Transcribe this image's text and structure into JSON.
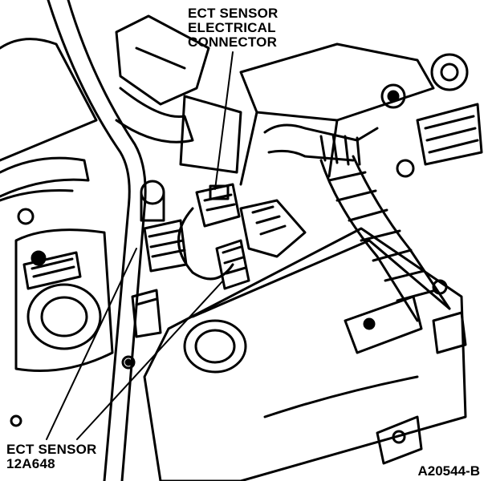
{
  "labels": {
    "top": {
      "line1": "ECT SENSOR",
      "line2": "ELECTRICAL",
      "line3": "CONNECTOR"
    },
    "bottom": {
      "line1": "ECT SENSOR",
      "line2": "12A648"
    },
    "figure_id": "A20544-B"
  },
  "colors": {
    "ink": "#000000",
    "paper": "#ffffff"
  }
}
